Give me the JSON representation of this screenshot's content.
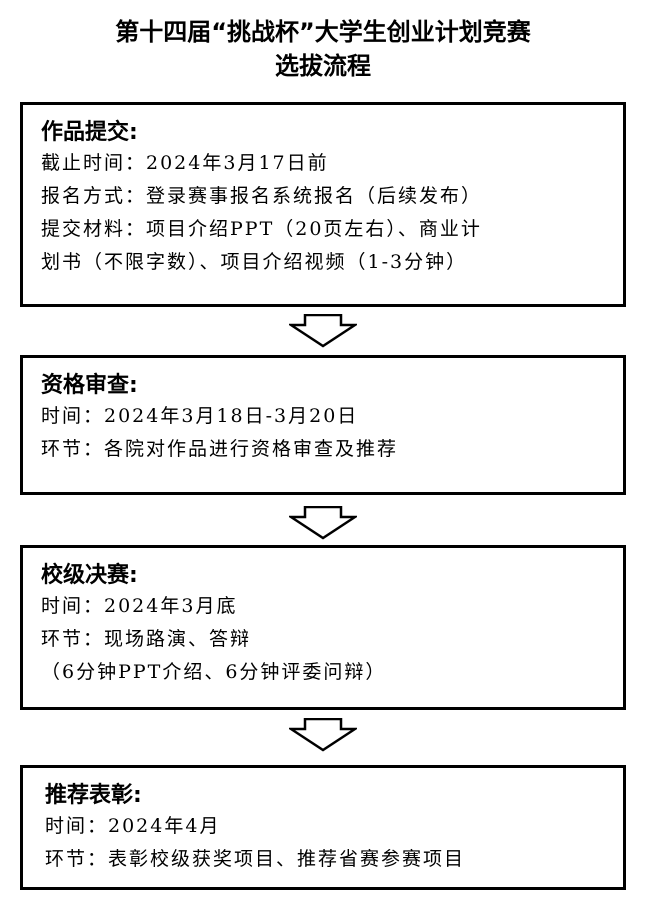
{
  "title": {
    "line1": "第十四届“挑战杯”大学生创业计划竞赛",
    "line2": "选拔流程"
  },
  "steps": [
    {
      "heading": "作品提交:",
      "lines": [
        "截止时间：2024年3月17日前",
        "报名方式：登录赛事报名系统报名（后续发布）",
        "提交材料：项目介绍PPT（20页左右）、商业计",
        "划书（不限字数）、项目介绍视频（1-3分钟）"
      ]
    },
    {
      "heading": "资格审查:",
      "lines": [
        "时间：2024年3月18日-3月20日",
        "环节：各院对作品进行资格审查及推荐"
      ]
    },
    {
      "heading": "校级决赛:",
      "lines": [
        "时间：2024年3月底",
        "环节：现场路演、答辩",
        "（6分钟PPT介绍、6分钟评委问辩）"
      ]
    },
    {
      "heading": "推荐表彰:",
      "lines": [
        "时间：2024年4月",
        "环节：表彰校级获奖项目、推荐省赛参赛项目"
      ]
    }
  ]
}
